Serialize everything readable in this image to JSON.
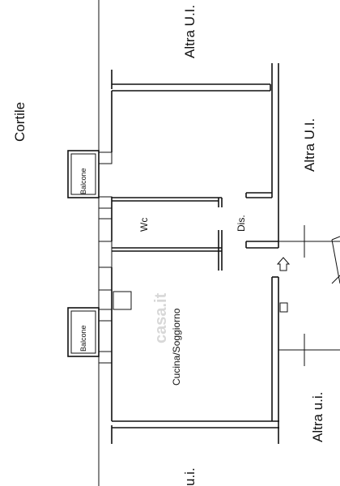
{
  "labels": {
    "cortile": "Cortile",
    "altra_ui_top": "Altra U.I.",
    "altra_ui_mid": "Altra U.I.",
    "altra_ui_low": "Altra u.i.",
    "ui_bottom": "u.i.",
    "balcone_top": "Balcone",
    "balcone_bottom": "Balcone",
    "wc": "Wc",
    "dis": "Dis.",
    "cucina": "Cucina/Soggiorno"
  },
  "watermark": "casa.it",
  "colors": {
    "line": "#111111",
    "watermark": "#d8d8d8"
  }
}
